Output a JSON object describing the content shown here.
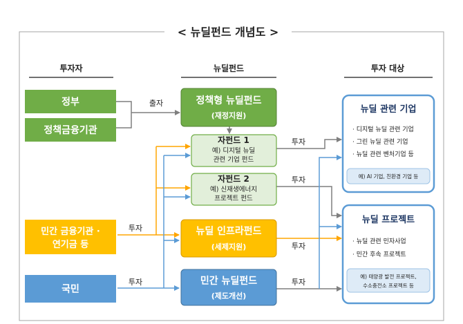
{
  "title": "< 뉴딜펀드 개념도 >",
  "columns": {
    "investors": "투자자",
    "funds": "뉴딜펀드",
    "targets": "투자 대상"
  },
  "investors": {
    "gov": "정부",
    "policy_fin": "정책금융기관",
    "private_fin_line1": "민간 금융기관 ·",
    "private_fin_line2": "연기금 등",
    "citizens": "국민"
  },
  "funds": {
    "policy_title": "정책형 뉴딜펀드",
    "policy_sub": "(재정지원)",
    "sub1_title": "자펀드 1",
    "sub1_line1": "예) 디지털 뉴딜",
    "sub1_line2": "관련 기업 펀드",
    "sub2_title": "자펀드 2",
    "sub2_line1": "예) 신재생에너지",
    "sub2_line2": "프로젝트 펀드",
    "infra_title": "뉴딜 인프라펀드",
    "infra_sub": "(세제지원)",
    "private_title": "민간 뉴딜펀드",
    "private_sub": "(제도개선)"
  },
  "flows": {
    "contribution": "출자",
    "invest_private_fin": "투자",
    "invest_citizens": "투자",
    "invest_sub1": "투자",
    "invest_sub2": "투자",
    "invest_infra": "투자",
    "invest_private": "투자"
  },
  "targets": {
    "companies": {
      "title": "뉴딜 관련 기업",
      "items": [
        "디지털 뉴딜 관련 기업",
        "그린 뉴딜 관련 기업",
        "뉴딜 관련 벤처기업 등"
      ],
      "example": "예) AI 기업, 친환경 기업 등"
    },
    "projects": {
      "title": "뉴딜 프로젝트",
      "items": [
        "뉴딜 관련 민자사업",
        "민간 후속 프로젝트"
      ],
      "example_line1": "예) 태양광 발전 프로젝트,",
      "example_line2": "수소충전소 프로젝트 등"
    }
  },
  "colors": {
    "green": "#70ad47",
    "light_green": "#e2efda",
    "orange": "#ffc000",
    "blue": "#5b9bd5",
    "navy_text": "#1f3864",
    "orange_arrow": "#ffa500",
    "blue_arrow": "#5b9bd5",
    "gray_arrow": "#7f7f7f"
  }
}
